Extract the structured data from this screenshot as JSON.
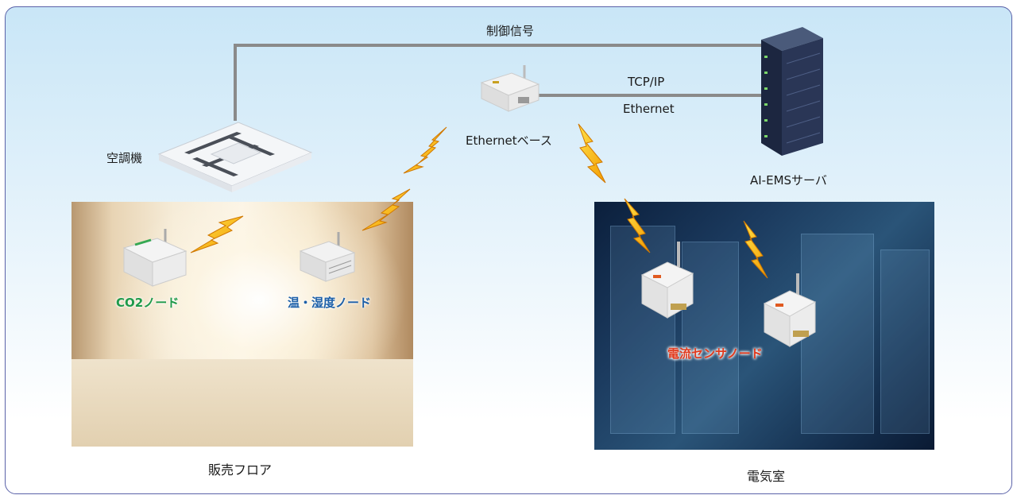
{
  "labels": {
    "control_signal": "制御信号",
    "tcp_ip": "TCP/IP",
    "ethernet": "Ethernet",
    "ethernet_base": "Ethernetベース",
    "ai_ems_server": "AI-EMSサーバ",
    "air_conditioner": "空調機",
    "co2_node": "CO2ノード",
    "temp_humidity_node": "温・湿度ノード",
    "current_sensor_node": "電流センサノード",
    "sales_floor": "販売フロア",
    "electrical_room": "電気室"
  },
  "colors": {
    "frame_border": "#5a62a8",
    "co2_label": "#1f9a4a",
    "temp_label": "#1c5fa8",
    "current_label": "#e03a1e",
    "lightning": "#f5b800",
    "wire": "#8a8a8a"
  }
}
